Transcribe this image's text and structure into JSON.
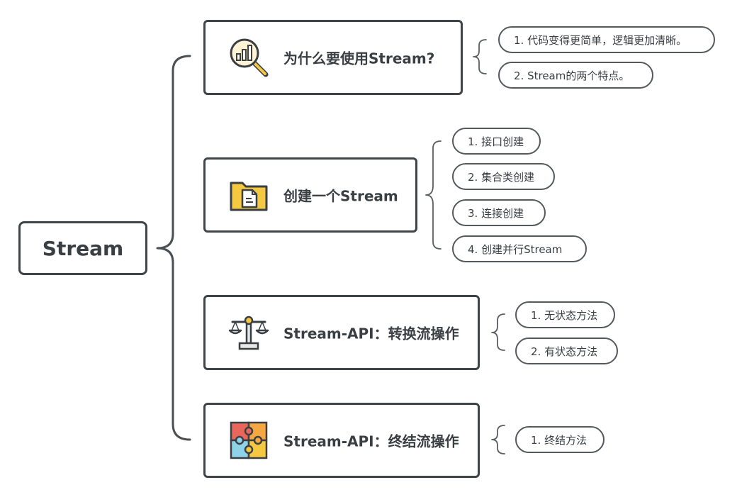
{
  "root": {
    "label": "Stream"
  },
  "topics": [
    {
      "label": "为什么要使用Stream?",
      "icon": "magnifier-chart-icon",
      "children": [
        "1. 代码变得更简单，逻辑更加清晰。",
        "2. Stream的两个特点。"
      ]
    },
    {
      "label": "创建一个Stream",
      "icon": "folder-document-icon",
      "children": [
        "1. 接口创建",
        "2. 集合类创建",
        "3. 连接创建",
        "4. 创建并行Stream"
      ]
    },
    {
      "label": "Stream-API：转换流操作",
      "icon": "balance-scale-icon",
      "children": [
        "1. 无状态方法",
        "2. 有状态方法"
      ]
    },
    {
      "label": "Stream-API：终结流操作",
      "icon": "puzzle-icon",
      "children": [
        "1. 终结方法"
      ]
    }
  ],
  "colors": {
    "border": "#3f4448",
    "text": "#3a3f44",
    "accent_yellow": "#f5c842",
    "accent_red": "#e8675a",
    "accent_blue": "#8fd3e8"
  }
}
